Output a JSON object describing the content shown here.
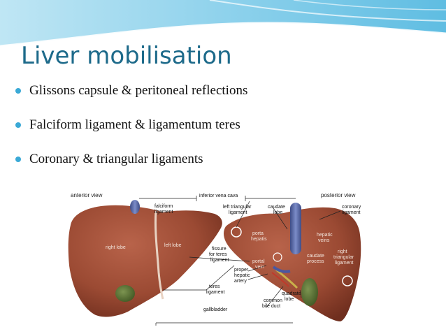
{
  "slide": {
    "title": "Liver mobilisation",
    "bullets": [
      "Glissons capsule & peritoneal reflections",
      "Falciform ligament & ligamentum teres",
      "Coronary & triangular ligaments"
    ]
  },
  "figure": {
    "view_left": "anterior view",
    "view_right": "posterior view",
    "labels": {
      "ivc": "inferior vena cava",
      "falciform_1": "falciform",
      "falciform_2": "ligament",
      "right_lobe": "right lobe",
      "left_lobe": "left lobe",
      "left_tri_1": "left triangular",
      "left_tri_2": "ligament",
      "caudate_1": "caudate",
      "caudate_2": "lobe",
      "coronary_1": "coronary",
      "coronary_2": "ligament",
      "porta_1": "porta",
      "porta_2": "hepatis",
      "hepatic_veins_1": "hepatic",
      "hepatic_veins_2": "veins",
      "fissure_1": "fissure",
      "fissure_2": "for teres",
      "fissure_3": "ligament",
      "portal_vein_1": "portal",
      "portal_vein_2": "vein",
      "caudate_process_1": "caudate",
      "caudate_process_2": "process",
      "right_tri_1": "right",
      "right_tri_2": "triangular",
      "right_tri_3": "ligament",
      "proper_1": "proper",
      "proper_2": "hepatic",
      "proper_3": "artery",
      "teres_1": "teres",
      "teres_2": "ligament",
      "quadrate_1": "quadrate",
      "quadrate_2": "lobe",
      "common_1": "common",
      "common_2": "bile duct",
      "gallbladder": "gallbladder"
    }
  },
  "colors": {
    "title": "#1d6a8a",
    "bullet_dot": "#3aa9d6",
    "liver": "#9b4a33",
    "gallbladder": "#4f6a2f",
    "ivc": "#5a6aa8"
  }
}
